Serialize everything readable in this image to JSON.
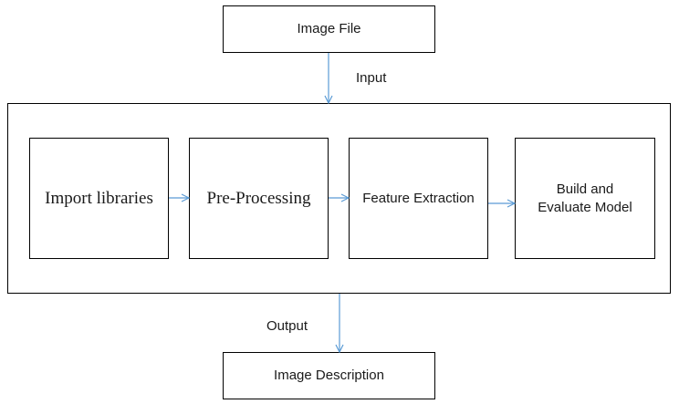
{
  "diagram": {
    "input_node": {
      "label": "Image File"
    },
    "input_edge_label": "Input",
    "pipeline": {
      "steps": [
        {
          "label": "Import libraries"
        },
        {
          "label": "Pre-Processing"
        },
        {
          "label": "Feature Extraction"
        },
        {
          "label": "Build and\nEvaluate Model"
        }
      ]
    },
    "output_edge_label": "Output",
    "output_node": {
      "label": "Image Description"
    },
    "colors": {
      "arrow": "#5b9bd5",
      "border": "#000000"
    }
  }
}
